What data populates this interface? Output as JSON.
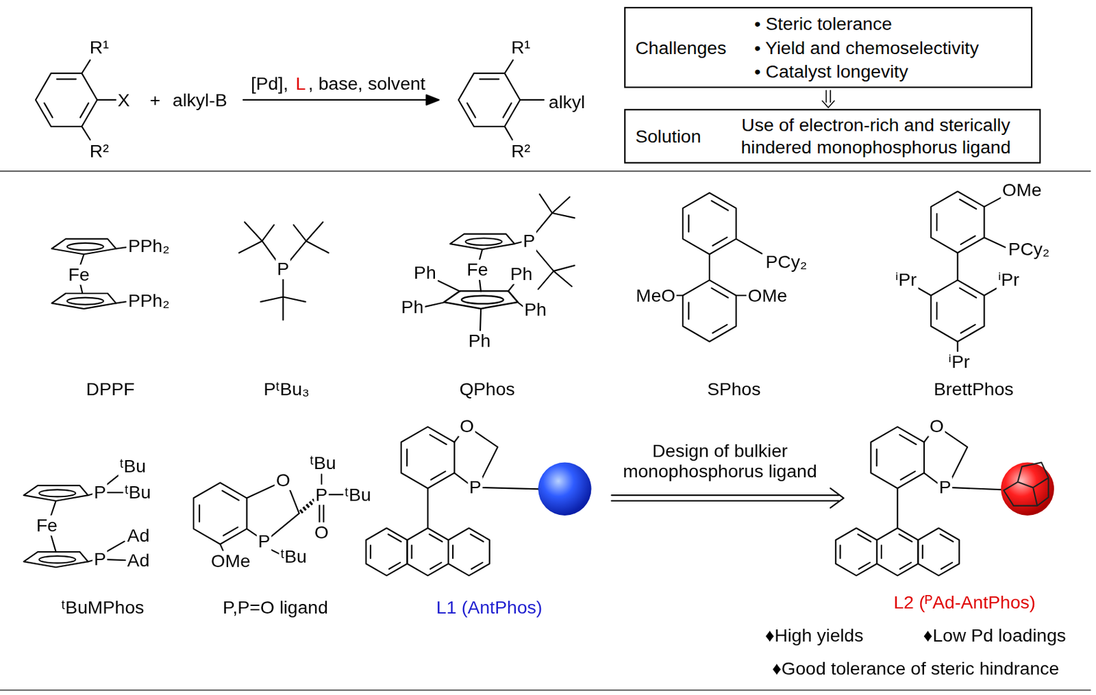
{
  "diagram": {
    "nodes": [
      {
        "text": [
          "Challenges",
          "• Steric tolerance",
          "• Yield and chemoselectivity",
          "• Catalyst longevity"
        ]
      },
      {
        "text": [
          "Solution",
          "Use of electron-rich and sterically hindered monophosphorus ligand"
        ]
      }
    ],
    "edges": [
      {
        "from": 0,
        "to": 1,
        "arrow": "to"
      }
    ],
    "labels": [
      "R¹",
      "X",
      "R²",
      "+",
      "alkyl-B",
      "[Pd],",
      "L",
      ", base, solvent",
      "R¹",
      "alkyl",
      "R²",
      "PPh₂",
      "Fe",
      "PPh₂",
      "DPPF",
      "P",
      "PᵗBu₃",
      "P",
      "Fe",
      "Ph",
      "Ph",
      "Ph",
      "Ph",
      "Ph",
      "QPhos",
      "PCy₂",
      "MeO",
      "OMe",
      "SPhos",
      "OMe",
      "PCy₂",
      "ⁱPr",
      "ⁱPr",
      "ⁱPr",
      "BrettPhos",
      "ᵗBu",
      "P",
      "ᵗBu",
      "Fe",
      "P",
      "Ad",
      "Ad",
      "ᵗBuMPhos",
      "O",
      "P",
      "ᵗBu",
      "OMe",
      "ᵗBu",
      "P",
      "ᵗBu",
      "O",
      "P,P=O ligand",
      "O",
      "P",
      "L1 (AntPhos)",
      "Design of bulkier monophosphorus ligand",
      "O",
      "P",
      "L2 (ᴾAd-AntPhos)",
      "♦High yields",
      "♦Low Pd loadings",
      "♦Good tolerance of steric hindrance"
    ]
  }
}
